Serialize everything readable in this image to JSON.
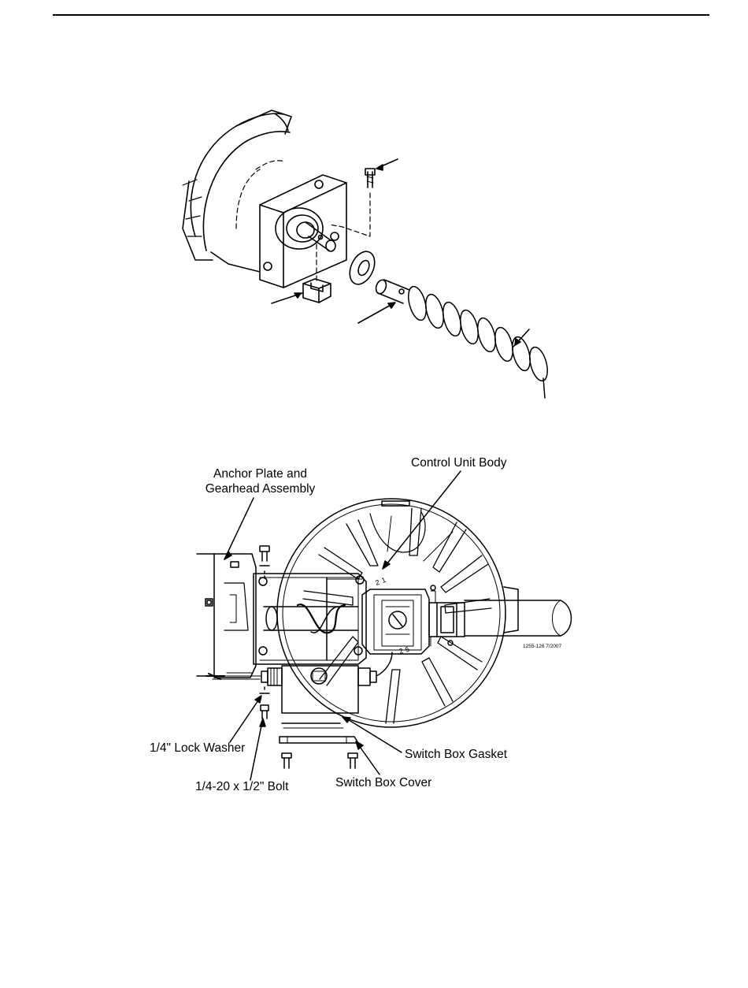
{
  "figure2": {
    "labels": {
      "control_unit_body": "Control Unit Body",
      "anchor_plate_line1": "Anchor Plate and",
      "anchor_plate_line2": "Gearhead Assembly",
      "lock_washer": "1/4\" Lock Washer",
      "switch_box_gasket": "Switch Box Gasket",
      "bolt": "1/4-20 x 1/2\" Bolt",
      "switch_box_cover": "Switch Box Cover"
    },
    "drawing_number": "1255-126 7/2007",
    "dial_marks": [
      "2",
      "1",
      "2",
      "5"
    ]
  }
}
